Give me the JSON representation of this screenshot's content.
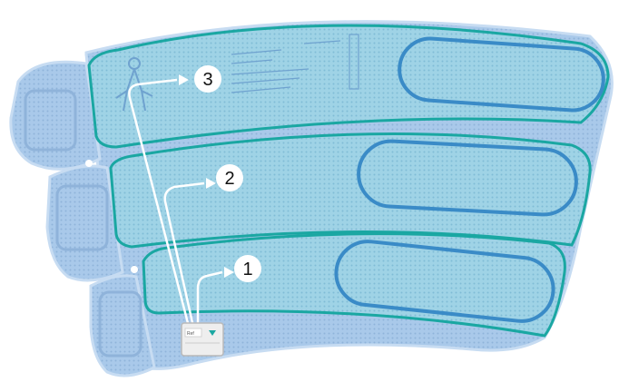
{
  "colors": {
    "pad_fill": "#a9c9ea",
    "pad_edge": "#c7dcf2",
    "zone_outline": "#1aa7a2",
    "zone_tint": "#9fd3e6",
    "inner_pad": "#3a8bc7",
    "callout_bg": "#ffffff",
    "line": "#ffffff",
    "connector": "#eeeeee"
  },
  "callouts": [
    {
      "label": "1",
      "zone": "zone-1"
    },
    {
      "label": "2",
      "zone": "zone-2"
    },
    {
      "label": "3",
      "zone": "zone-3"
    }
  ],
  "connector": {
    "icon": "connector-plug-icon",
    "label": "Ref"
  }
}
